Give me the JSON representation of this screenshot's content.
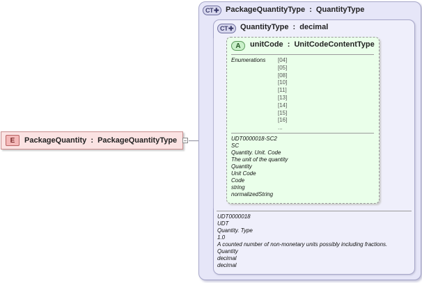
{
  "element": {
    "badge": "E",
    "name": "PackageQuantity",
    "separator": ":",
    "type": "PackageQuantityType"
  },
  "outer_type": {
    "badge": "CT",
    "name": "PackageQuantityType",
    "separator": ":",
    "base": "QuantityType",
    "annotations": [
      "UDT0000018",
      "UDT",
      "Quantity. Type",
      "1.0",
      "A counted number of non-monetary units possibly including fractions.",
      "Quantity",
      "decimal",
      "decimal"
    ]
  },
  "inner_type": {
    "badge": "CT",
    "name": "QuantityType",
    "separator": ":",
    "base": "decimal"
  },
  "attribute": {
    "badge": "A",
    "name": "unitCode",
    "separator": ":",
    "type": "UnitCodeContentType",
    "enumerations_label": "Enumerations",
    "enumerations": [
      "[04]",
      "[05]",
      "[08]",
      "[10]",
      "[11]",
      "[13]",
      "[14]",
      "[15]",
      "[16]",
      "..."
    ],
    "annotations": [
      "UDT0000018-SC2",
      "SC",
      "Quantity. Unit. Code",
      "The unit of the quantity",
      "Quantity",
      "Unit Code",
      "Code",
      "string",
      "normalizedString"
    ]
  },
  "colors": {
    "element_fill": "#fbe3e3",
    "complex_type_fill": "#e6e6f8",
    "attribute_fill": "#eaffea"
  }
}
